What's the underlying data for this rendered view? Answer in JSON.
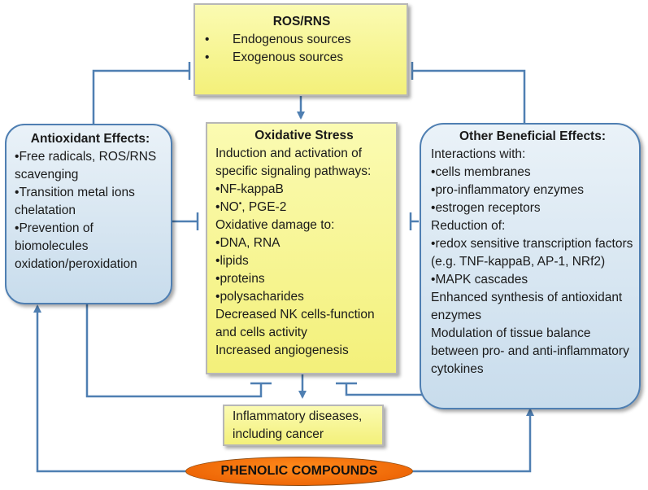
{
  "ros": {
    "title": "ROS/RNS",
    "items": [
      "Endogenous sources",
      "Exogenous sources"
    ]
  },
  "antioxidant": {
    "title": "Antioxidant Effects:",
    "items": [
      "Free radicals, ROS/RNS scavenging",
      "Transition metal ions chelatation",
      "Prevention of biomolecules oxidation/peroxidation"
    ]
  },
  "oxidative": {
    "title": "Oxidative Stress",
    "intro": "Induction and activation of specific signaling pathways:",
    "pathways": [
      "NF-kappaB"
    ],
    "no_text": "NO",
    "no_dot": "•",
    "no_rest": ", PGE-2",
    "damage_title": "Oxidative damage to:",
    "damage_items": [
      "DNA, RNA",
      "lipids",
      "proteins",
      "polysacharides"
    ],
    "nk_text": "Decreased NK cells-function and cells activity",
    "angio_text": "Increased angiogenesis"
  },
  "beneficial": {
    "title": "Other Beneficial Effects:",
    "interactions_title": "Interactions with:",
    "interactions": [
      "cells membranes",
      "pro-inflammatory enzymes",
      "estrogen receptors"
    ],
    "reduction_title": "Reduction of:",
    "reductions": [
      "redox sensitive transcription factors (e.g. TNF-kappaB, AP-1, NRf2)",
      "MAPK cascades"
    ],
    "synthesis_text": "Enhanced synthesis of antioxidant enzymes",
    "modulation_text": "Modulation of tissue balance between pro- and anti-inflammatory cytokines"
  },
  "inflammatory": {
    "text": "Inflammatory diseases, including cancer"
  },
  "phenolic": {
    "label": "PHENOLIC COMPOUNDS"
  },
  "colors": {
    "connector": "#4f7fb2",
    "yellow_fill": "#f5f28a",
    "blue_fill": "#d7e6f2",
    "ellipse_fill": "#f26f00"
  }
}
